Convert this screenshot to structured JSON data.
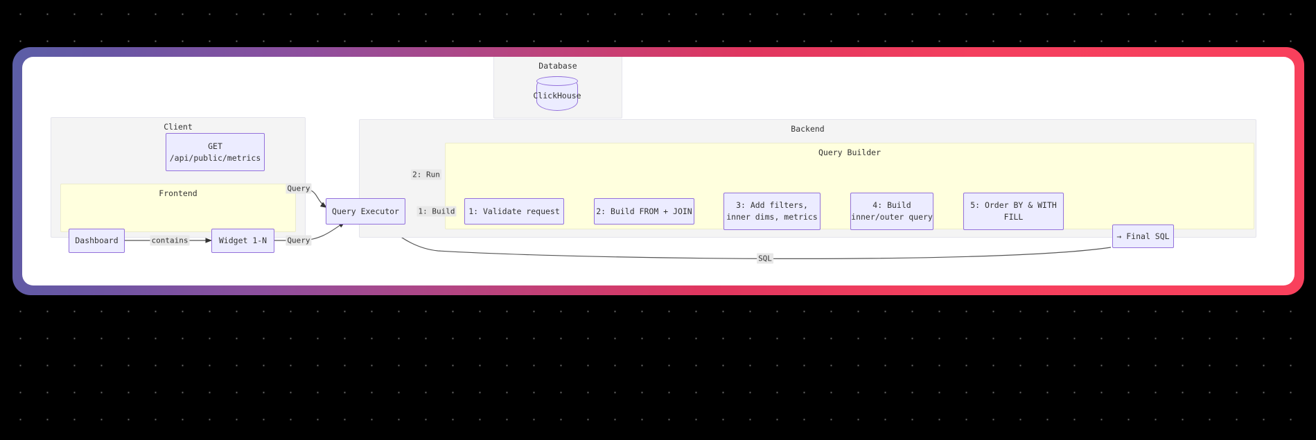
{
  "background": {
    "color": "#000000",
    "dot_color": "#6b6b6b"
  },
  "frame": {
    "gradient_start": "#5b5ea6",
    "gradient_mid": "#b8447f",
    "gradient_end": "#f43f5e",
    "card_color": "#ffffff"
  },
  "diagram": {
    "type": "flowchart",
    "node_fill": "#ececff",
    "node_stroke": "#9370db",
    "cluster_grey_fill": "#f4f4f4",
    "cluster_yellow_fill": "#ffffde",
    "clusters": [
      {
        "id": "database",
        "title": "Database"
      },
      {
        "id": "client",
        "title": "Client"
      },
      {
        "id": "frontend",
        "title": "Frontend"
      },
      {
        "id": "backend",
        "title": "Backend"
      },
      {
        "id": "query_builder",
        "title": "Query Builder"
      }
    ],
    "nodes": [
      {
        "id": "clickhouse",
        "label": "ClickHouse",
        "shape": "cylinder"
      },
      {
        "id": "get_metrics",
        "line1": "GET",
        "line2": "/api/public/metrics",
        "shape": "rect"
      },
      {
        "id": "dashboard",
        "label": "Dashboard",
        "shape": "rect"
      },
      {
        "id": "widget",
        "label": "Widget 1-N",
        "shape": "rect"
      },
      {
        "id": "executor",
        "label": "Query Executor",
        "shape": "rect"
      },
      {
        "id": "step1",
        "label": "1: Validate request",
        "shape": "rect"
      },
      {
        "id": "step2",
        "label": "2: Build FROM + JOIN",
        "shape": "rect"
      },
      {
        "id": "step3",
        "line1": "3: Add filters,",
        "line2": "inner dims, metrics",
        "shape": "rect"
      },
      {
        "id": "step4",
        "line1": "4: Build",
        "line2": "inner/outer query",
        "shape": "rect"
      },
      {
        "id": "step5",
        "line1": "5: Order BY & WITH",
        "line2": "FILL",
        "shape": "rect"
      },
      {
        "id": "final_sql",
        "label": "→ Final SQL",
        "shape": "rect"
      }
    ],
    "edge_labels": [
      {
        "id": "contains",
        "text": "contains"
      },
      {
        "id": "query_top",
        "text": "Query"
      },
      {
        "id": "query_bottom",
        "text": "Query"
      },
      {
        "id": "run",
        "text": "2: Run"
      },
      {
        "id": "build",
        "text": "1: Build"
      },
      {
        "id": "sql",
        "text": "SQL"
      }
    ]
  }
}
